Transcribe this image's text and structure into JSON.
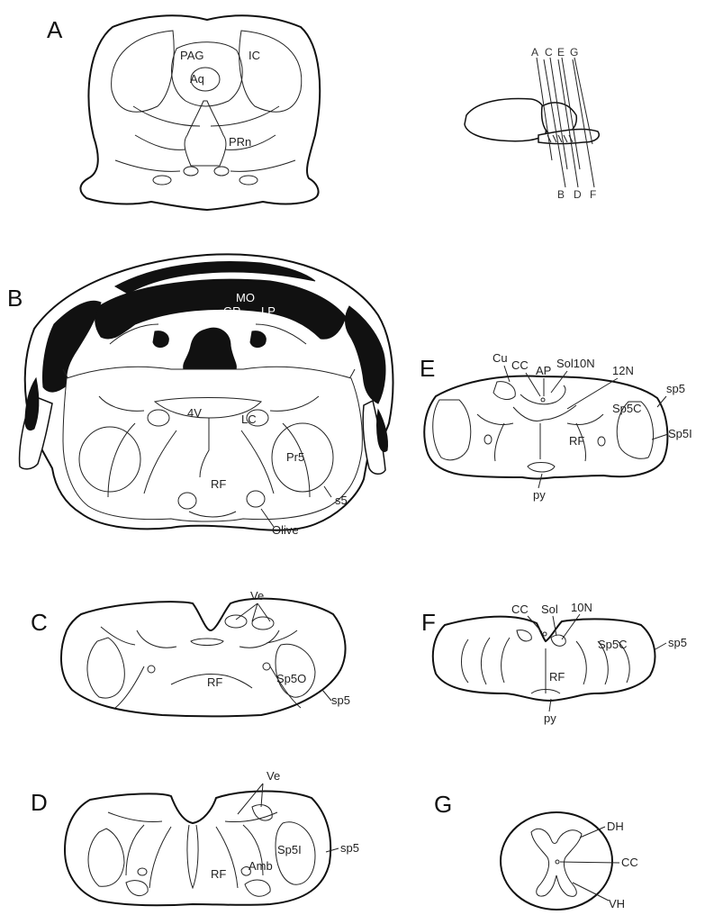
{
  "panels": {
    "A": {
      "letter": "A",
      "labels": {
        "PAG": "PAG",
        "Aq": "Aq",
        "IC": "IC",
        "PRn": "PRn"
      }
    },
    "B": {
      "letter": "B",
      "labels": {
        "MO": "MO",
        "GR": "GR",
        "LP": "LP",
        "4V": "4V",
        "LC": "LC",
        "Pr5": "Pr5",
        "RF": "RF",
        "s5": "s5",
        "Olive": "Olive"
      }
    },
    "C": {
      "letter": "C",
      "labels": {
        "Ve": "Ve",
        "RF": "RF",
        "Sp5O": "Sp5O",
        "sp5": "sp5"
      }
    },
    "D": {
      "letter": "D",
      "labels": {
        "Ve": "Ve",
        "Sp5I": "Sp5I",
        "sp5": "sp5",
        "RF": "RF",
        "Amb": "Amb"
      }
    },
    "E": {
      "letter": "E",
      "labels": {
        "Cu": "Cu",
        "CC": "CC",
        "AP": "AP",
        "Sol10N": "Sol10N",
        "12N": "12N",
        "sp5": "sp5",
        "Sp5C": "Sp5C",
        "Sp5I": "Sp5I",
        "RF": "RF",
        "py": "py"
      }
    },
    "F": {
      "letter": "F",
      "labels": {
        "CC": "CC",
        "Sol": "Sol",
        "10N": "10N",
        "Sp5C": "Sp5C",
        "sp5": "sp5",
        "RF": "RF",
        "py": "py"
      }
    },
    "G": {
      "letter": "G",
      "labels": {
        "DH": "DH",
        "CC": "CC",
        "VH": "VH"
      }
    }
  },
  "inset": {
    "top_labels": [
      "A",
      "C",
      "E",
      "G"
    ],
    "bottom_labels": [
      "B",
      "D",
      "F"
    ]
  }
}
